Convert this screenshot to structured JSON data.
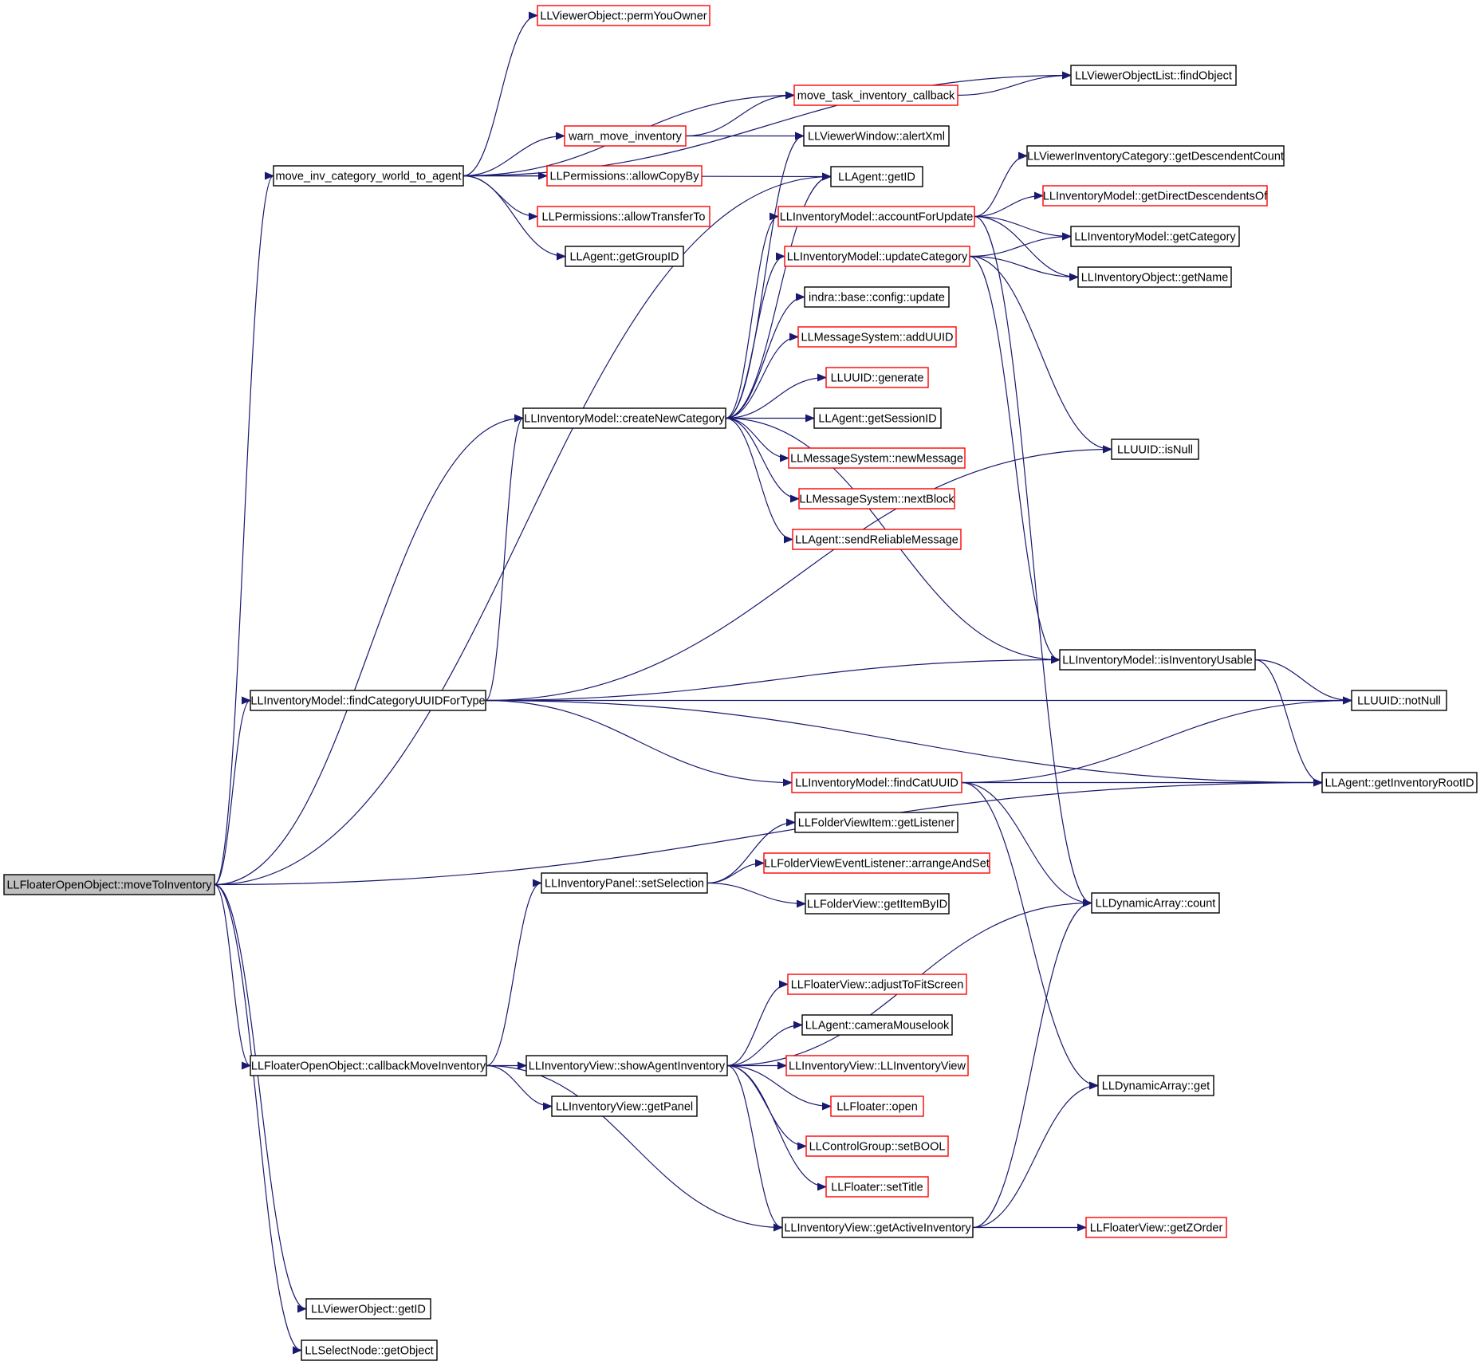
{
  "colors": {
    "edge": "#191970",
    "box_default": "#000000",
    "box_red": "#ff0000",
    "root_fill": "#bfbfbf",
    "background": "#ffffff"
  },
  "root": "moveToInventory",
  "nodes": {
    "moveToInventory": {
      "label": "LLFloaterOpenObject::moveToInventory",
      "style": "root"
    },
    "moveInvCat": {
      "label": "move_inv_category_world_to_agent",
      "style": "normal"
    },
    "permYouOwner": {
      "label": "LLViewerObject::permYouOwner",
      "style": "red"
    },
    "findObject": {
      "label": "LLViewerObjectList::findObject",
      "style": "normal"
    },
    "moveTaskCb": {
      "label": "move_task_inventory_callback",
      "style": "red"
    },
    "warnMove": {
      "label": "warn_move_inventory",
      "style": "red"
    },
    "alertXml": {
      "label": "LLViewerWindow::alertXml",
      "style": "normal"
    },
    "allowCopyBy": {
      "label": "LLPermissions::allowCopyBy",
      "style": "red"
    },
    "agentGetID": {
      "label": "LLAgent::getID",
      "style": "normal"
    },
    "allowTransferTo": {
      "label": "LLPermissions::allowTransferTo",
      "style": "red"
    },
    "getGroupID": {
      "label": "LLAgent::getGroupID",
      "style": "normal"
    },
    "getDescendentCount": {
      "label": "LLViewerInventoryCategory::getDescendentCount",
      "style": "normal"
    },
    "getDirectDescendentsOf": {
      "label": "LLInventoryModel::getDirectDescendentsOf",
      "style": "red"
    },
    "accountForUpdate": {
      "label": "LLInventoryModel::accountForUpdate",
      "style": "red"
    },
    "getCategory": {
      "label": "LLInventoryModel::getCategory",
      "style": "normal"
    },
    "updateCategory": {
      "label": "LLInventoryModel::updateCategory",
      "style": "red"
    },
    "getName": {
      "label": "LLInventoryObject::getName",
      "style": "normal"
    },
    "configUpdate": {
      "label": "indra::base::config::update",
      "style": "normal"
    },
    "addUUID": {
      "label": "LLMessageSystem::addUUID",
      "style": "red"
    },
    "generate": {
      "label": "LLUUID::generate",
      "style": "red"
    },
    "createNewCategory": {
      "label": "LLInventoryModel::createNewCategory",
      "style": "normal"
    },
    "getSessionID": {
      "label": "LLAgent::getSessionID",
      "style": "normal"
    },
    "isNull": {
      "label": "LLUUID::isNull",
      "style": "normal"
    },
    "newMessage": {
      "label": "LLMessageSystem::newMessage",
      "style": "red"
    },
    "nextBlock": {
      "label": "LLMessageSystem::nextBlock",
      "style": "red"
    },
    "sendReliable": {
      "label": "LLAgent::sendReliableMessage",
      "style": "red"
    },
    "isInventoryUsable": {
      "label": "LLInventoryModel::isInventoryUsable",
      "style": "normal"
    },
    "findCategoryUUIDForType": {
      "label": "LLInventoryModel::findCategoryUUIDForType",
      "style": "normal"
    },
    "notNull": {
      "label": "LLUUID::notNull",
      "style": "normal"
    },
    "findCatUUID": {
      "label": "LLInventoryModel::findCatUUID",
      "style": "red"
    },
    "getInventoryRootID": {
      "label": "LLAgent::getInventoryRootID",
      "style": "normal"
    },
    "getListener": {
      "label": "LLFolderViewItem::getListener",
      "style": "normal"
    },
    "arrangeAndSet": {
      "label": "LLFolderViewEventListener::arrangeAndSet",
      "style": "red"
    },
    "setSelection": {
      "label": "LLInventoryPanel::setSelection",
      "style": "normal"
    },
    "getItemByID": {
      "label": "LLFolderView::getItemByID",
      "style": "normal"
    },
    "daCount": {
      "label": "LLDynamicArray::count",
      "style": "normal"
    },
    "adjustToFitScreen": {
      "label": "LLFloaterView::adjustToFitScreen",
      "style": "red"
    },
    "cameraMouselook": {
      "label": "LLAgent::cameraMouselook",
      "style": "normal"
    },
    "callbackMoveInventory": {
      "label": "LLFloaterOpenObject::callbackMoveInventory",
      "style": "normal"
    },
    "showAgentInventory": {
      "label": "LLInventoryView::showAgentInventory",
      "style": "normal"
    },
    "llInventoryView": {
      "label": "LLInventoryView::LLInventoryView",
      "style": "red"
    },
    "daGet": {
      "label": "LLDynamicArray::get",
      "style": "normal"
    },
    "getPanel": {
      "label": "LLInventoryView::getPanel",
      "style": "normal"
    },
    "floaterOpen": {
      "label": "LLFloater::open",
      "style": "red"
    },
    "setBOOL": {
      "label": "LLControlGroup::setBOOL",
      "style": "red"
    },
    "setTitle": {
      "label": "LLFloater::setTitle",
      "style": "red"
    },
    "getActiveInventory": {
      "label": "LLInventoryView::getActiveInventory",
      "style": "normal"
    },
    "getZOrder": {
      "label": "LLFloaterView::getZOrder",
      "style": "red"
    },
    "viewerObjGetID": {
      "label": "LLViewerObject::getID",
      "style": "normal"
    },
    "getObject": {
      "label": "LLSelectNode::getObject",
      "style": "normal"
    }
  },
  "edges": [
    [
      "moveToInventory",
      "moveInvCat"
    ],
    [
      "moveToInventory",
      "createNewCategory"
    ],
    [
      "moveToInventory",
      "findCategoryUUIDForType"
    ],
    [
      "moveToInventory",
      "callbackMoveInventory"
    ],
    [
      "moveToInventory",
      "getInventoryRootID"
    ],
    [
      "moveToInventory",
      "viewerObjGetID"
    ],
    [
      "moveToInventory",
      "getObject"
    ],
    [
      "moveToInventory",
      "agentGetID"
    ],
    [
      "moveInvCat",
      "permYouOwner"
    ],
    [
      "moveInvCat",
      "findObject"
    ],
    [
      "moveInvCat",
      "moveTaskCb"
    ],
    [
      "moveInvCat",
      "warnMove"
    ],
    [
      "moveInvCat",
      "allowCopyBy"
    ],
    [
      "moveInvCat",
      "allowTransferTo"
    ],
    [
      "moveInvCat",
      "getGroupID"
    ],
    [
      "moveInvCat",
      "agentGetID"
    ],
    [
      "moveTaskCb",
      "findObject"
    ],
    [
      "warnMove",
      "moveTaskCb"
    ],
    [
      "warnMove",
      "alertXml"
    ],
    [
      "accountForUpdate",
      "getDescendentCount"
    ],
    [
      "accountForUpdate",
      "getDirectDescendentsOf"
    ],
    [
      "accountForUpdate",
      "getCategory"
    ],
    [
      "accountForUpdate",
      "getName"
    ],
    [
      "accountForUpdate",
      "daCount"
    ],
    [
      "updateCategory",
      "getCategory"
    ],
    [
      "updateCategory",
      "getName"
    ],
    [
      "updateCategory",
      "isNull"
    ],
    [
      "updateCategory",
      "isInventoryUsable"
    ],
    [
      "createNewCategory",
      "alertXml"
    ],
    [
      "createNewCategory",
      "agentGetID"
    ],
    [
      "createNewCategory",
      "accountForUpdate"
    ],
    [
      "createNewCategory",
      "updateCategory"
    ],
    [
      "createNewCategory",
      "configUpdate"
    ],
    [
      "createNewCategory",
      "addUUID"
    ],
    [
      "createNewCategory",
      "generate"
    ],
    [
      "createNewCategory",
      "getSessionID"
    ],
    [
      "createNewCategory",
      "newMessage"
    ],
    [
      "createNewCategory",
      "nextBlock"
    ],
    [
      "createNewCategory",
      "sendReliable"
    ],
    [
      "createNewCategory",
      "isInventoryUsable"
    ],
    [
      "findCategoryUUIDForType",
      "createNewCategory"
    ],
    [
      "findCategoryUUIDForType",
      "isNull"
    ],
    [
      "findCategoryUUIDForType",
      "isInventoryUsable"
    ],
    [
      "findCategoryUUIDForType",
      "notNull"
    ],
    [
      "findCategoryUUIDForType",
      "getInventoryRootID"
    ],
    [
      "findCategoryUUIDForType",
      "findCatUUID"
    ],
    [
      "isInventoryUsable",
      "notNull"
    ],
    [
      "isInventoryUsable",
      "getInventoryRootID"
    ],
    [
      "findCatUUID",
      "notNull"
    ],
    [
      "findCatUUID",
      "getInventoryRootID"
    ],
    [
      "findCatUUID",
      "daCount"
    ],
    [
      "findCatUUID",
      "daGet"
    ],
    [
      "setSelection",
      "getListener"
    ],
    [
      "setSelection",
      "arrangeAndSet"
    ],
    [
      "setSelection",
      "getItemByID"
    ],
    [
      "callbackMoveInventory",
      "setSelection"
    ],
    [
      "callbackMoveInventory",
      "showAgentInventory"
    ],
    [
      "callbackMoveInventory",
      "getPanel"
    ],
    [
      "callbackMoveInventory",
      "getActiveInventory"
    ],
    [
      "showAgentInventory",
      "daCount"
    ],
    [
      "showAgentInventory",
      "adjustToFitScreen"
    ],
    [
      "showAgentInventory",
      "cameraMouselook"
    ],
    [
      "showAgentInventory",
      "llInventoryView"
    ],
    [
      "showAgentInventory",
      "floaterOpen"
    ],
    [
      "showAgentInventory",
      "setBOOL"
    ],
    [
      "showAgentInventory",
      "setTitle"
    ],
    [
      "showAgentInventory",
      "getActiveInventory"
    ],
    [
      "getActiveInventory",
      "daCount"
    ],
    [
      "getActiveInventory",
      "daGet"
    ],
    [
      "getActiveInventory",
      "getZOrder"
    ]
  ]
}
